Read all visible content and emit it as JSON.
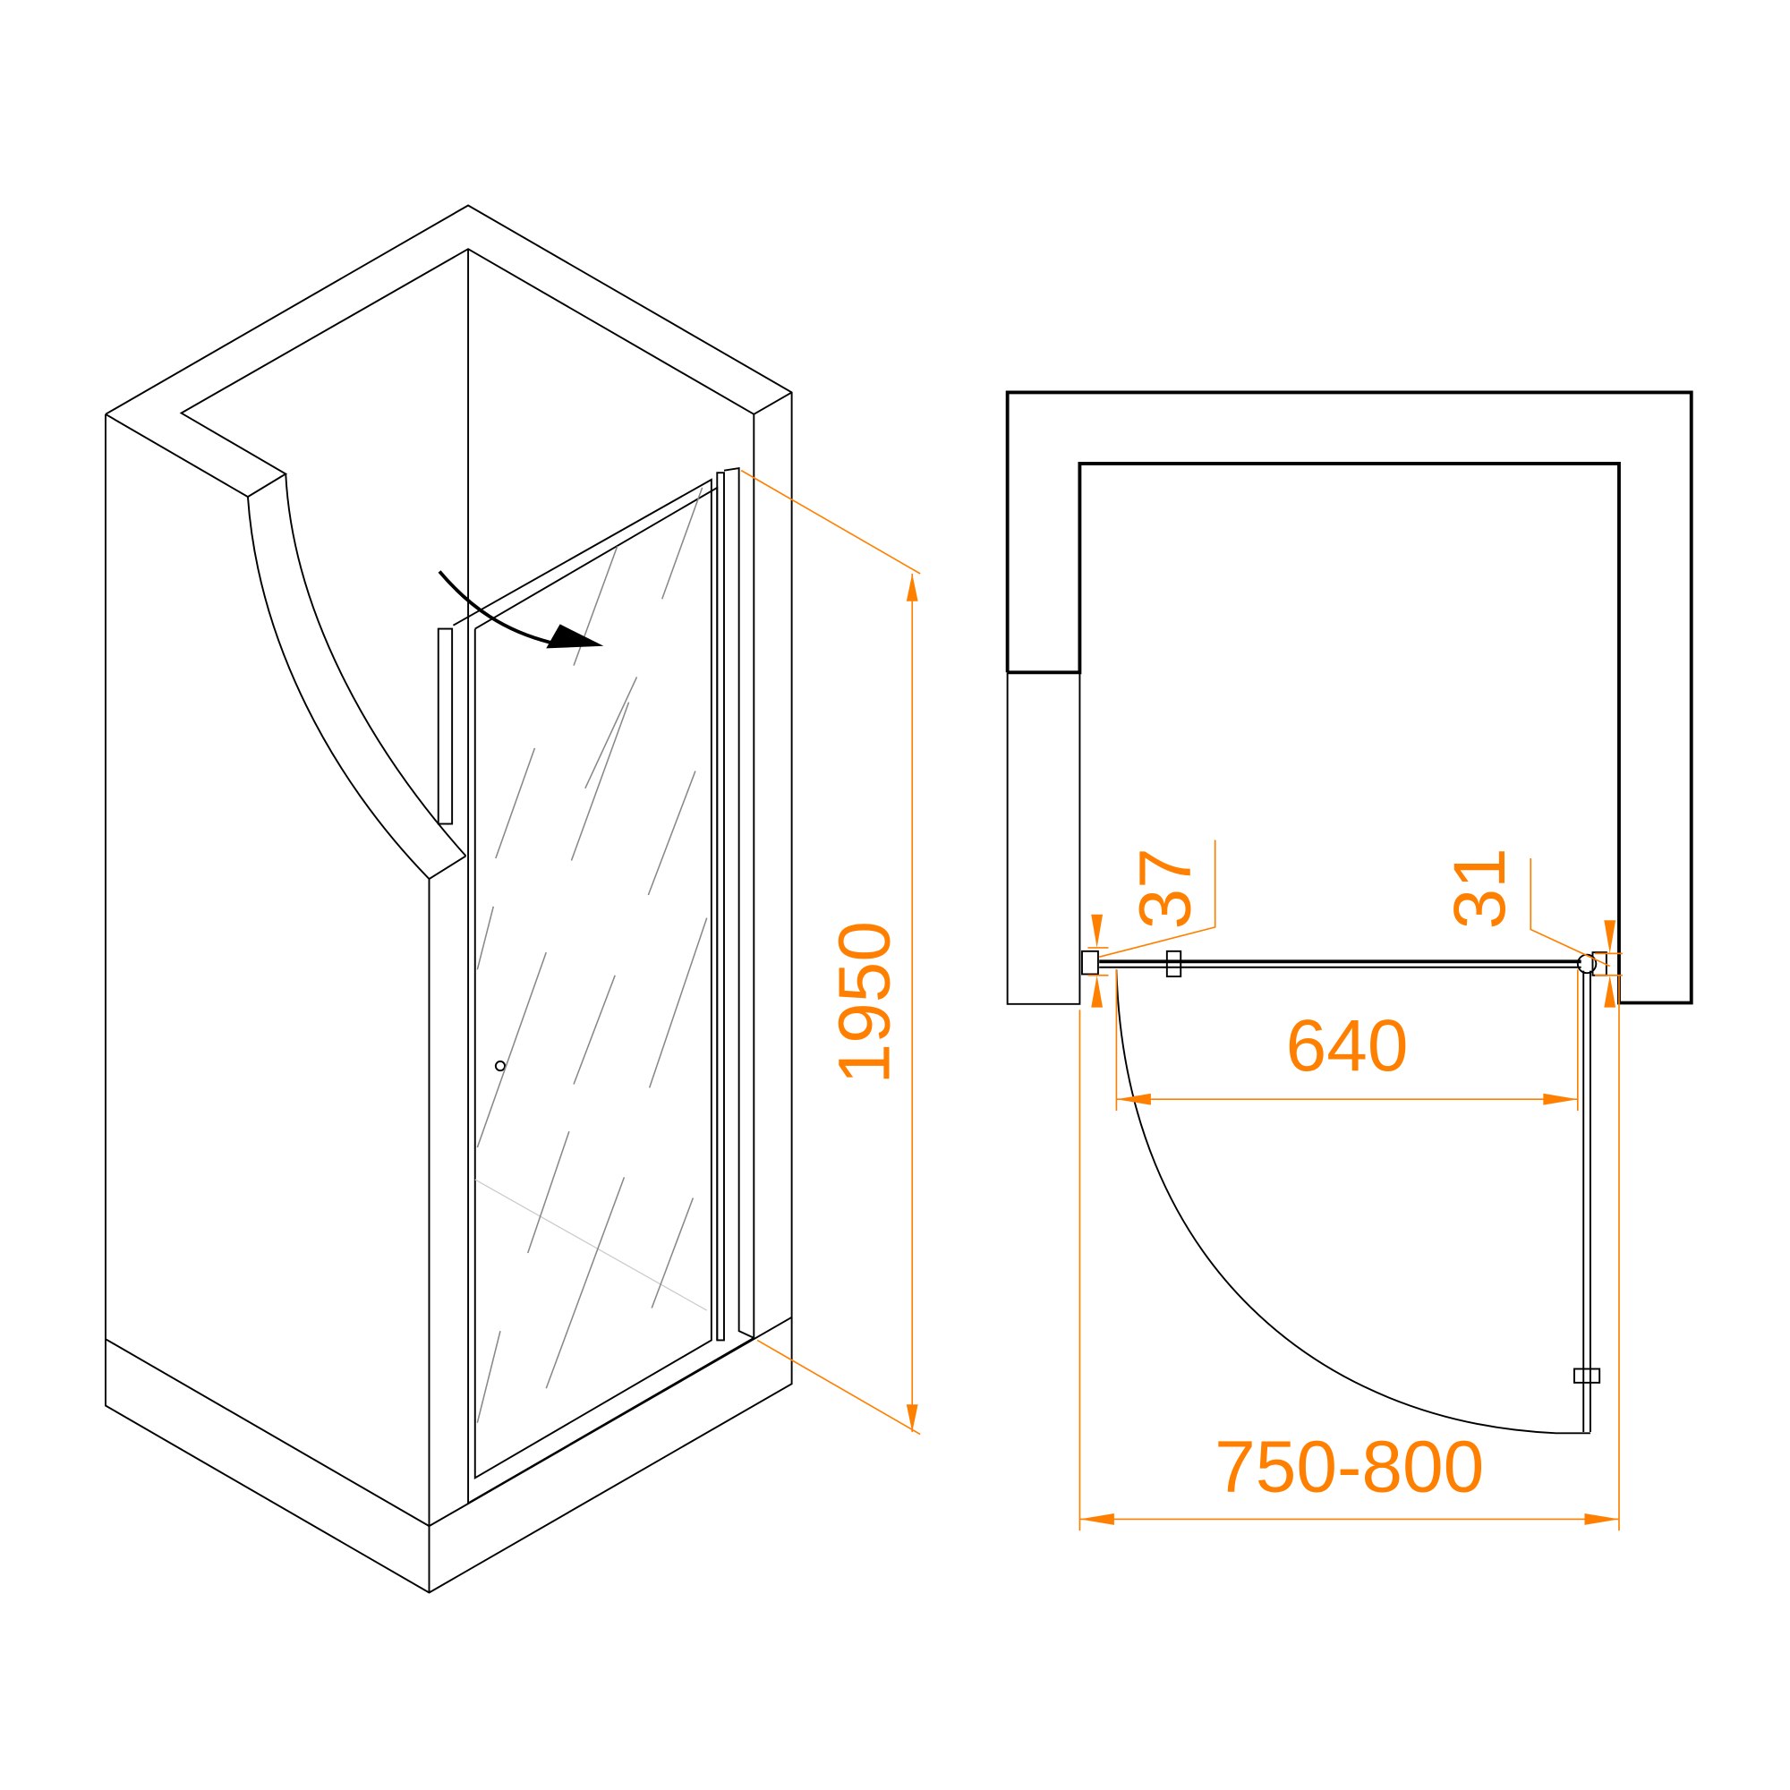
{
  "colors": {
    "dimension": "#ff8000",
    "outline": "#000000"
  },
  "dimensions": {
    "height": "1950",
    "door_width": "640",
    "overall_width": "750-800",
    "left_offset": "37",
    "right_offset": "31"
  }
}
